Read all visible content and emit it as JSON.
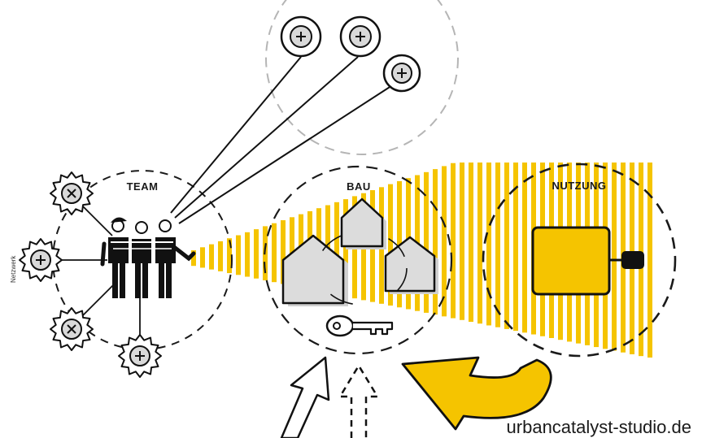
{
  "labels": {
    "team": "TEAM",
    "bau": "BAU",
    "nutzung": "NUTZUNG",
    "netzwerk": "Netzwerk",
    "credit": "urbancatalyst-studio.de"
  },
  "colors": {
    "accent": "#F5C400",
    "ink": "#111111",
    "house_fill": "#dcdcdc",
    "node_fill": "#d9d9d9"
  },
  "nodes": {
    "top_plus_count": 3,
    "gear_nodes": [
      "cross",
      "plus",
      "cross",
      "plus"
    ]
  }
}
